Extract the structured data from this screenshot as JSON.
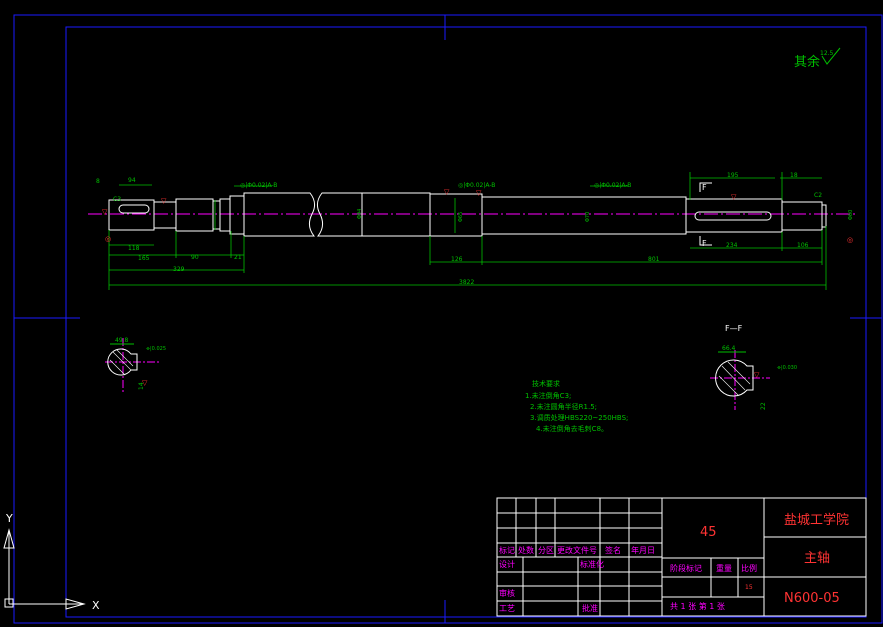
{
  "colors": {
    "background": "#000000",
    "frame": "#1a1aff",
    "part": "#ffffff",
    "dimension": "#00c000",
    "centerline": "#ff00ff",
    "mark": "#ff3333",
    "title_text": "#ff00ff",
    "title_red": "#ff3333",
    "ucs": "#ffffff"
  },
  "surface_finish": {
    "label": "其余",
    "value": "12.5"
  },
  "dimensions": {
    "chamfer_left": "C3",
    "chamfer_right": "C2",
    "d94": "94",
    "d118": "118",
    "d165": "165",
    "d329": "329",
    "d90": "90",
    "d21": "21",
    "d126": "126",
    "d801": "801",
    "d195": "195",
    "d18": "18",
    "d234": "234",
    "d106": "106",
    "d3822": "3822",
    "d8": "8",
    "dia": "Φ94",
    "dia2": "Φ65",
    "dia3": "Φ70",
    "dia4": "Φ60",
    "tol1": "◎|Φ0.02|A-B",
    "tol2": "◎|Φ0.02|A-B",
    "tol3": "◎|Φ0.02|A-B"
  },
  "section_left": {
    "width": "49.8",
    "depth": "14",
    "tol": "⌯|0.025"
  },
  "section_right": {
    "title": "F—F",
    "width": "66.4",
    "depth": "22",
    "tol": "⌯|0.030"
  },
  "section_arrow_label": "F",
  "tech_requirements": {
    "title": "技术要求",
    "items": [
      "1.未注倒角C3;",
      "2.未注圆角半径R1.5;",
      "3.调质处理HBS220~250HBS;",
      "4.未注倒角去毛刺C8。"
    ]
  },
  "title_block": {
    "material": "45",
    "school": "盐城工学院",
    "part_name": "主轴",
    "drawing_no": "N600-05",
    "scale": "15",
    "headers": [
      "标记",
      "处数",
      "分区",
      "更改文件号",
      "签名",
      "年月日"
    ],
    "row_design": "设计",
    "row_standard": "标准化",
    "row_review": "审核",
    "row_process": "工艺",
    "row_approve": "批准",
    "stage_mark": "阶段标记",
    "weight": "重量",
    "ratio": "比例",
    "sheets": "共 1 张 第 1 张"
  },
  "ucs": {
    "y": "Y",
    "x": "X"
  }
}
